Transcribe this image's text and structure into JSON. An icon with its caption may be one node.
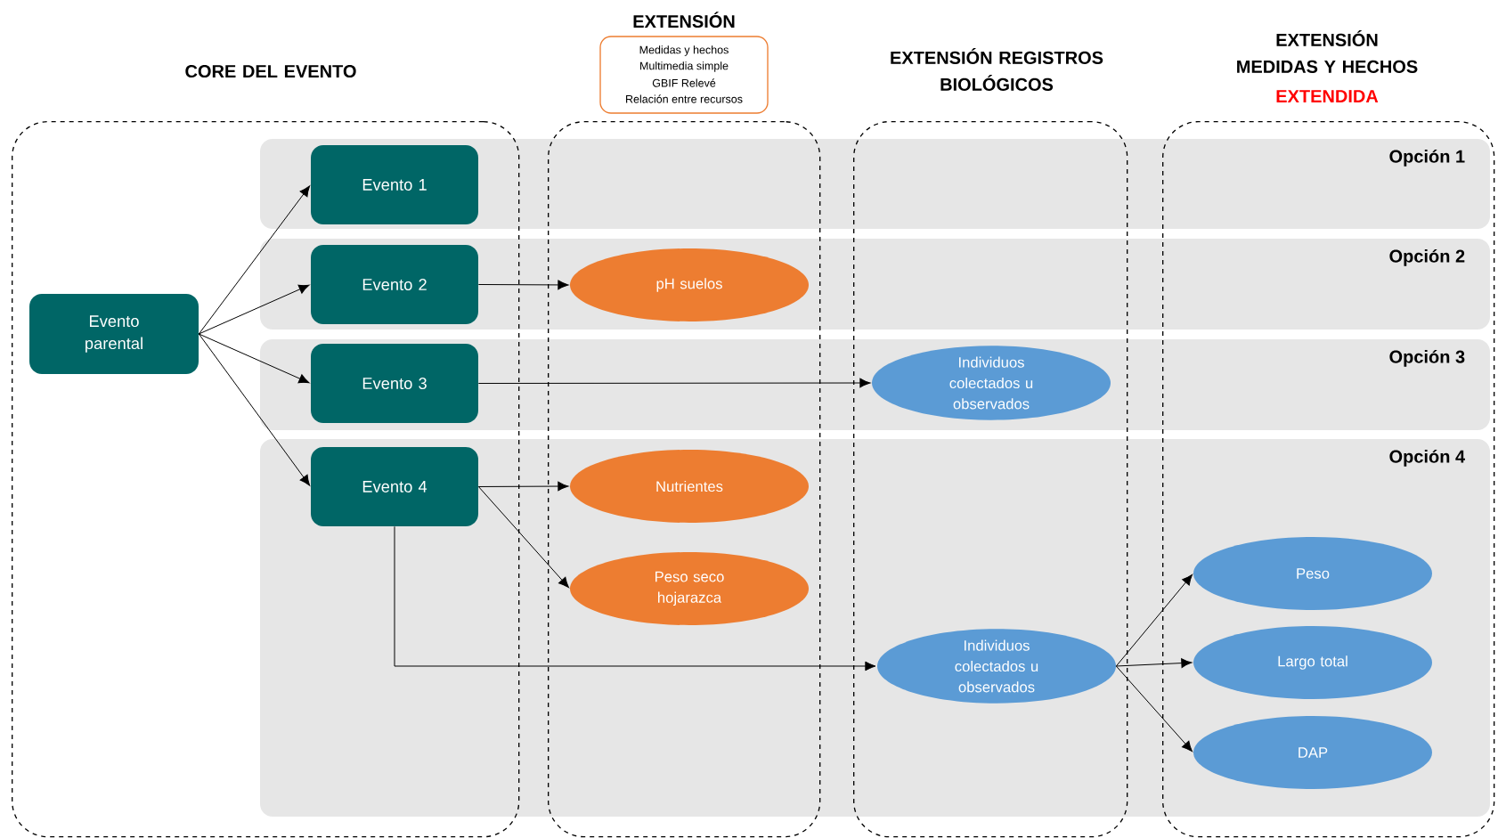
{
  "diagram": {
    "nodes": [
      {
        "text": [
          "CORE DEL EVENTO"
        ]
      },
      {
        "text": [],
        "shape": "box"
      },
      {
        "text": [
          "EXTENSIÓN",
          "Medidas y hechos",
          "Multimedia simple",
          "GBIF Relevé",
          "Relación entre recursos"
        ]
      },
      {
        "text": [
          "EXTENSIÓN REGISTROS BIOLÓGICOS"
        ]
      },
      {
        "text": [
          "EXTENSIÓN MEDIDAS Y HECHOS",
          "EXTENDIDA"
        ]
      },
      {
        "text": [
          "Evento parental"
        ],
        "in": 0
      },
      {
        "text": [
          "Evento 1"
        ],
        "in": 0
      },
      {
        "text": [
          "Evento 2"
        ],
        "in": 0
      },
      {
        "text": [
          "Evento 3"
        ],
        "in": 0
      },
      {
        "text": [
          "Evento 4"
        ],
        "in": 0
      },
      {
        "text": [
          "pH suelos"
        ],
        "in": 1
      },
      {
        "text": [
          "Individuos colectados u observados"
        ],
        "in": 3
      },
      {
        "text": [
          "Nutrientes"
        ],
        "in": 1
      },
      {
        "text": [
          "Peso seco hojarazca"
        ],
        "in": 1
      },
      {
        "text": [
          "Individuos colectados u observados"
        ],
        "in": 3
      },
      {
        "text": [
          "Peso"
        ],
        "in": 4
      },
      {
        "text": [
          "Largo total"
        ],
        "in": 4
      },
      {
        "text": [
          "DAP"
        ],
        "in": 4
      }
    ],
    "edges": [
      {
        "from": 5,
        "to": 6,
        "arrow": "to"
      },
      {
        "from": 5,
        "to": 7,
        "arrow": "to"
      },
      {
        "from": 5,
        "to": 8,
        "arrow": "to"
      },
      {
        "from": 5,
        "to": 9,
        "arrow": "to"
      },
      {
        "from": 7,
        "to": 10,
        "arrow": "to"
      },
      {
        "from": 8,
        "to": 11,
        "arrow": "to"
      },
      {
        "from": 9,
        "to": 12,
        "arrow": "to"
      },
      {
        "from": 9,
        "to": 13,
        "arrow": "to"
      },
      {
        "from": 9,
        "to": 14,
        "arrow": "to"
      },
      {
        "from": 14,
        "to": 15,
        "arrow": "to"
      },
      {
        "from": 14,
        "to": 16,
        "arrow": "to"
      },
      {
        "from": 14,
        "to": 17,
        "arrow": "to"
      }
    ],
    "labels": [
      "Opción 1",
      "Opción 2",
      "Opción 3",
      "Opción 4"
    ]
  }
}
